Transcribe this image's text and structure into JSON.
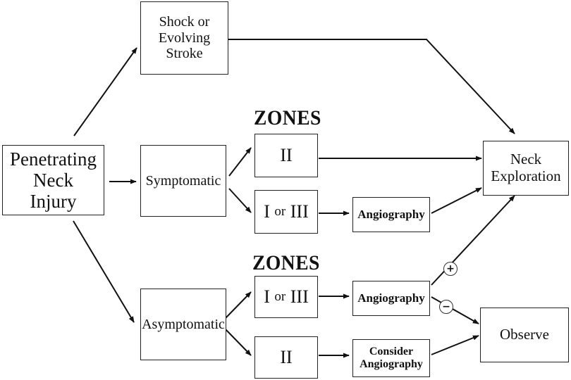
{
  "nodes": {
    "injury": "Penetrating\nNeck\nInjury",
    "shock": "Shock or\nEvolving\nStroke",
    "symptomatic": "Symptomatic",
    "asymptomatic": "Asymptomatic",
    "zone_sym_ii": "II",
    "zone_sym_i_iii_a": "I",
    "zone_sym_i_iii_or": "or",
    "zone_sym_i_iii_b": "III",
    "angiography_sym": "Angiography",
    "zone_asym_i_iii_a": "I",
    "zone_asym_i_iii_or": "or",
    "zone_asym_i_iii_b": "III",
    "angiography_asym": "Angiography",
    "zone_asym_ii": "II",
    "consider_angiography": "Consider\nAngiography",
    "neck_exploration": "Neck\nExploration",
    "observe": "Observe"
  },
  "headings": {
    "zones_top": "ZONES",
    "zones_bottom": "ZONES"
  },
  "signs": {
    "positive": "+",
    "negative": "−"
  }
}
